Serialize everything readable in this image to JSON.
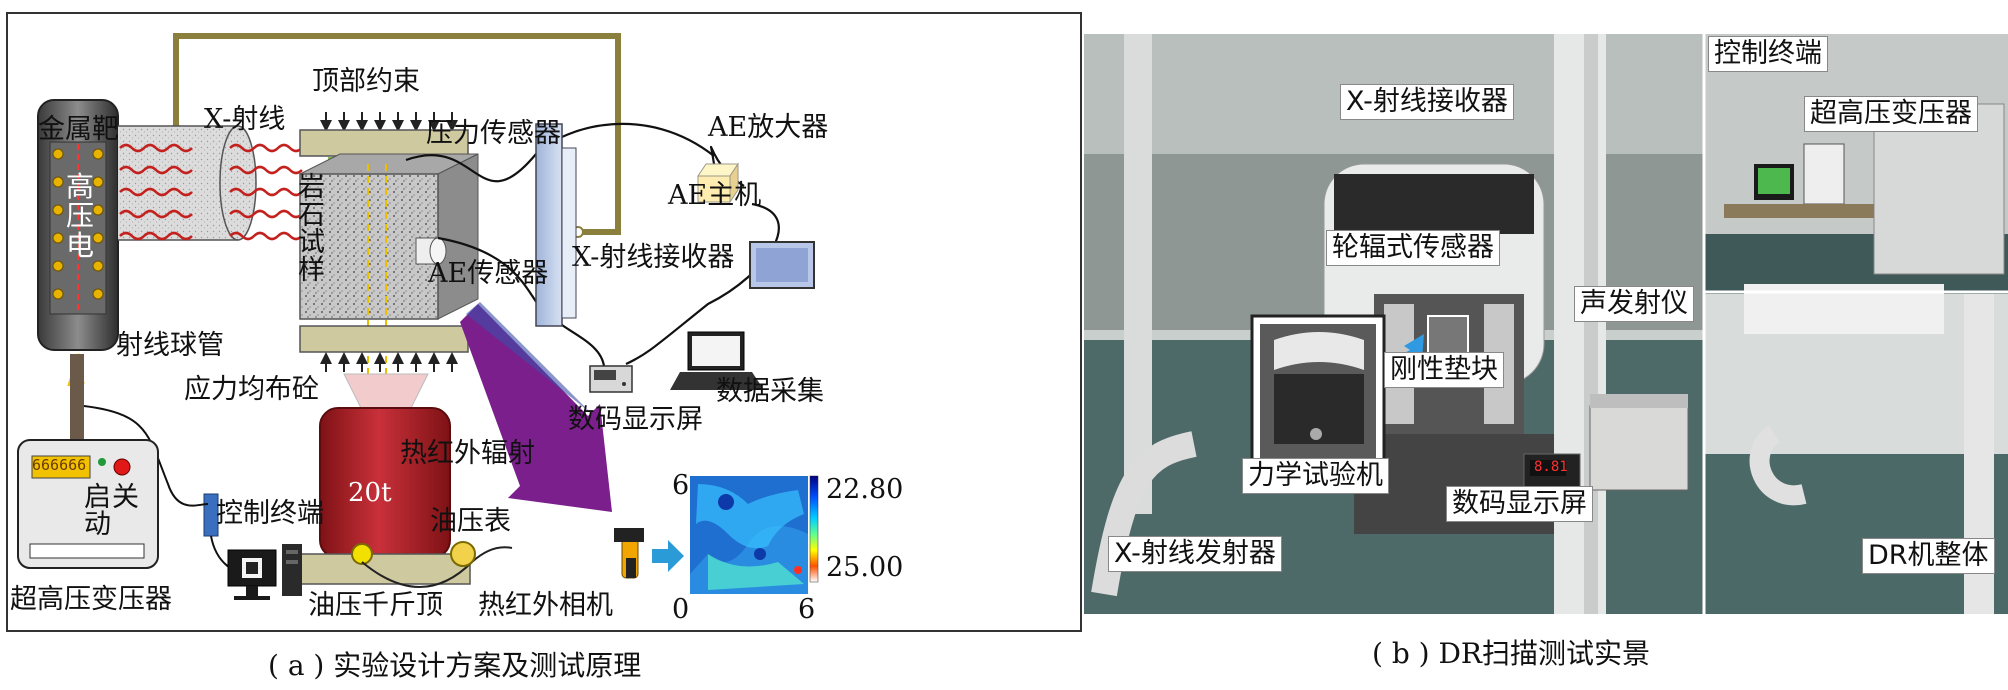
{
  "panel_a": {
    "labels": {
      "metal_target": "金属靶",
      "high_voltage": "高压电",
      "xray": "X-射线",
      "top_constraint": "顶部约束",
      "pressure_sensor": "压力传感器",
      "ae_amplifier": "AE放大器",
      "ae_host": "AE主机",
      "rock_sample": "岩石试样",
      "xray_receiver": "X-射线接收器",
      "ae_sensor": "AE传感器",
      "ray_tube": "射线球管",
      "stress_distribution": "应力均布砼",
      "digital_display": "数码显示屏",
      "data_acquisition": "数据采集",
      "thermal_radiation": "热红外辐射",
      "jack_load": "20t",
      "oil_gauge": "油压表",
      "control_terminal": "控制终端",
      "hydraulic_jack": "油压千斤顶",
      "thermal_camera": "热红外相机",
      "transformer": "超高压变压器",
      "transformer_display": "666666",
      "start_button": "启动",
      "stop_button": "关",
      "colorbar_max": "22.80",
      "colorbar_min": "25.00",
      "axis_top": "6",
      "axis_origin": "0",
      "axis_right": "6"
    },
    "caption": "( a ) 实验设计方案及测试原理"
  },
  "panel_b": {
    "labels": {
      "control_terminal": "控制终端",
      "xray_receiver": "X-射线接收器",
      "transformer": "超高压变压器",
      "spoke_sensor": "轮辐式传感器",
      "acoustic_emitter": "声发射仪",
      "rigid_block": "刚性垫块",
      "testing_machine": "力学试验机",
      "digital_display": "数码显示屏",
      "xray_emitter": "X-射线发射器",
      "dr_machine": "DR机整体",
      "display_reading": "8.81"
    },
    "caption": "( b ) DR扫描测试实景"
  },
  "colors": {
    "cable_olive": "#8a7f3c",
    "sample_red": "#b3262a",
    "arrow_purple": "#7a1f8c",
    "wave_red": "#c3211d",
    "bolt_yellow": "#f2c200"
  }
}
